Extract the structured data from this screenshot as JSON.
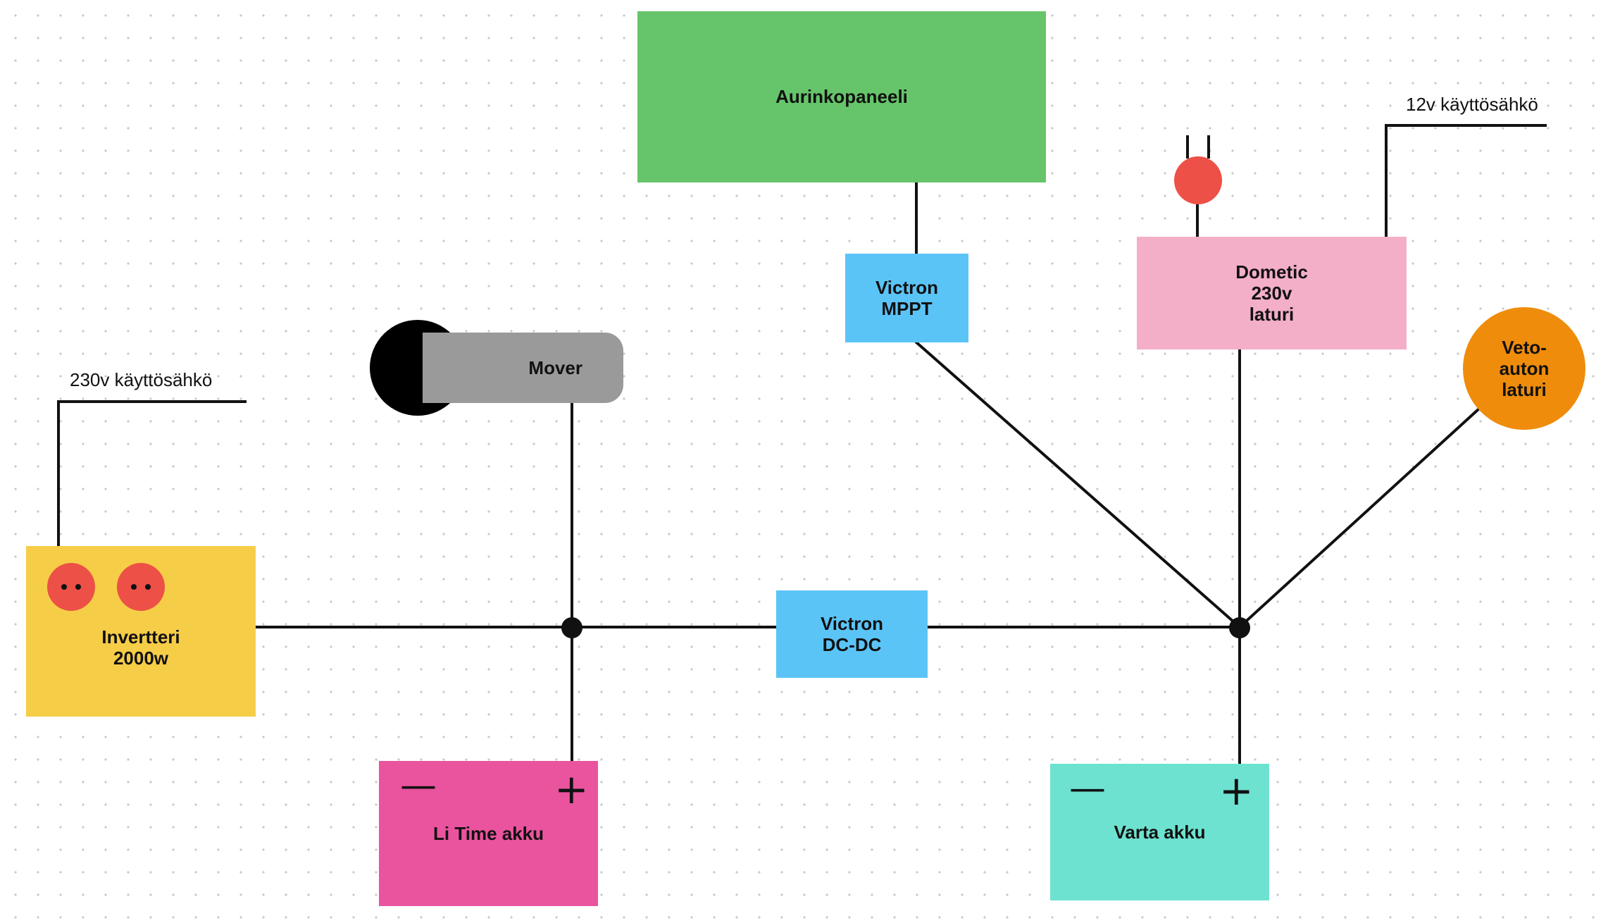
{
  "blocks": {
    "solar_panel": "Aurinkopaneeli",
    "mppt": "Victron\nMPPT",
    "dometic": "Dometic\n230v\nlaturi",
    "vehicle_charger": "Veto-\nauton\nlaturi",
    "mover": "Mover",
    "inverter": "Invertteri\n2000w",
    "dcdc": "Victron\nDC-DC",
    "litime": "Li Time akku",
    "varta": "Varta akku"
  },
  "labels": {
    "ac_output": "230v käyttösähkö",
    "dc_output": "12v käyttösähkö"
  },
  "terminals": {
    "minus": "—",
    "plus": "+"
  },
  "colors": {
    "solar_panel": "#66c56a",
    "victron": "#5bc4f7",
    "dometic": "#f3aec8",
    "vehicle_charger": "#ef8c0c",
    "mover_body": "#9a9a9a",
    "inverter": "#f6cd47",
    "outlet": "#ec5046",
    "litime": "#ea539e",
    "varta": "#6ee2d0",
    "wire": "#111111"
  }
}
